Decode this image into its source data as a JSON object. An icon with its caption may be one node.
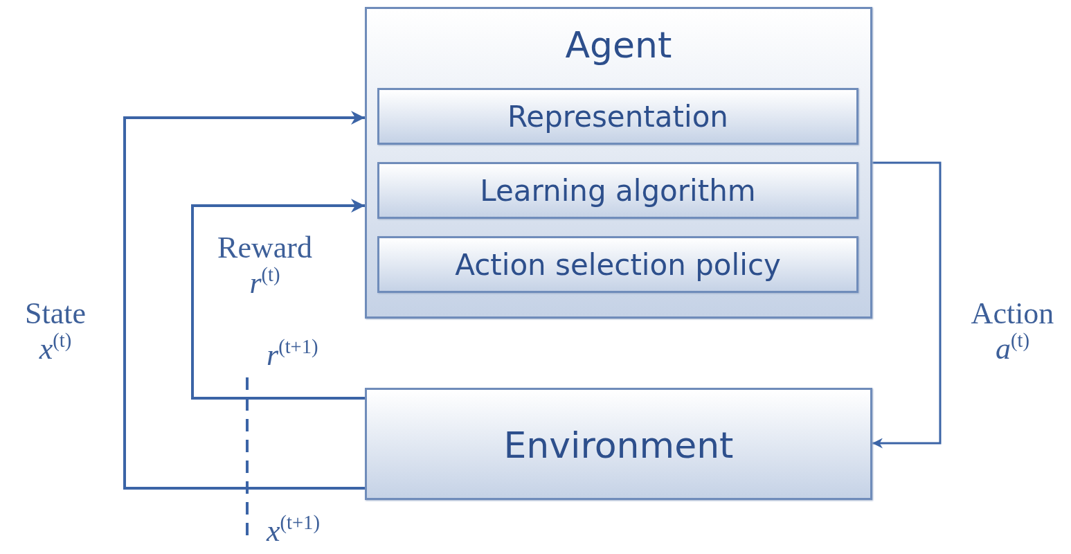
{
  "diagram": {
    "nodes": [
      {
        "text": [
          "Agent"
        ]
      },
      {
        "text": [
          "Representation"
        ],
        "in": 0
      },
      {
        "text": [
          "Learning algorithm"
        ],
        "in": 0
      },
      {
        "text": [
          "Action selection policy"
        ],
        "in": 0
      },
      {
        "text": [
          "Environment"
        ]
      }
    ],
    "edges": [
      {
        "from": 4,
        "to": 0,
        "arrow": "to",
        "label": "State *x*$^{(t)}$"
      },
      {
        "from": 4,
        "to": 0,
        "arrow": "to",
        "label": "Reward *r*$^{(t)}$"
      },
      {
        "from": 0,
        "to": 4,
        "arrow": "to",
        "label": "Action *a*$^{(t)}$"
      }
    ],
    "labels": [
      "*r*$^{(t+1)}$",
      "*x*$^{(t+1)}$"
    ]
  }
}
